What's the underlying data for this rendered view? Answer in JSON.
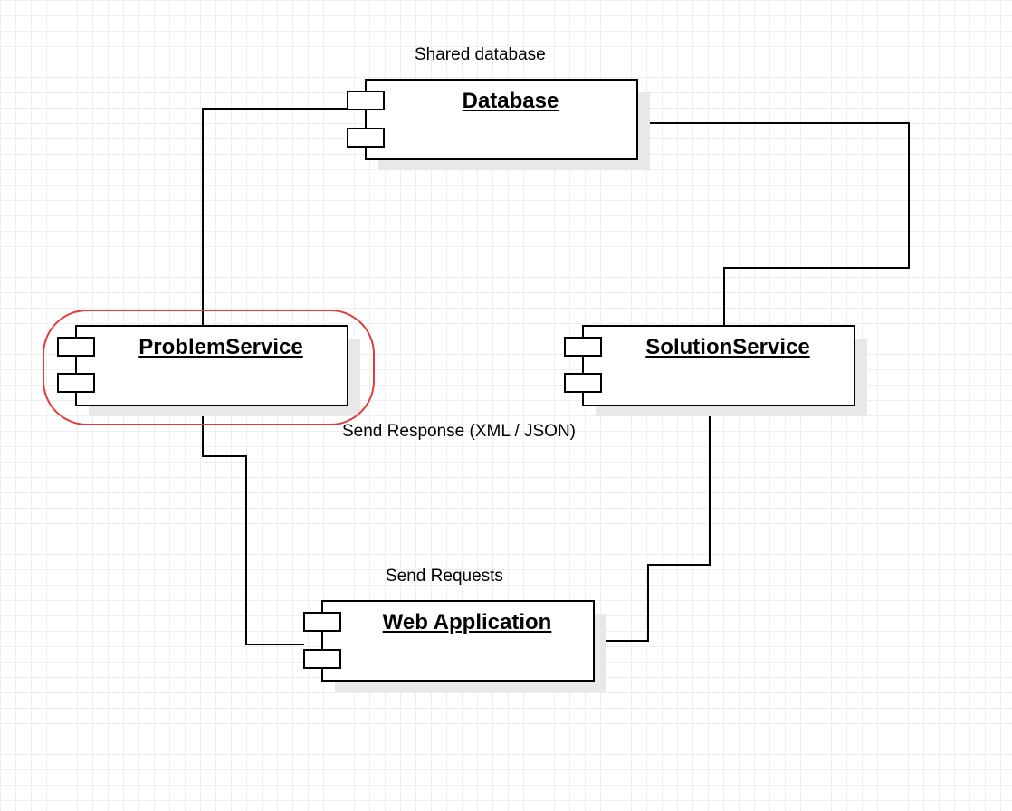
{
  "diagram": {
    "components": {
      "database": {
        "title": "Database"
      },
      "problem_service": {
        "title": "ProblemService"
      },
      "solution_service": {
        "title": "SolutionService"
      },
      "web_application": {
        "title": "Web Application"
      }
    },
    "labels": {
      "shared_database": "Shared database",
      "send_response": "Send Response (XML / JSON)",
      "send_requests": "Send Requests"
    },
    "colors": {
      "line": "#000000",
      "shadow": "#e6e6e6",
      "highlight": "#e03a3a"
    }
  }
}
